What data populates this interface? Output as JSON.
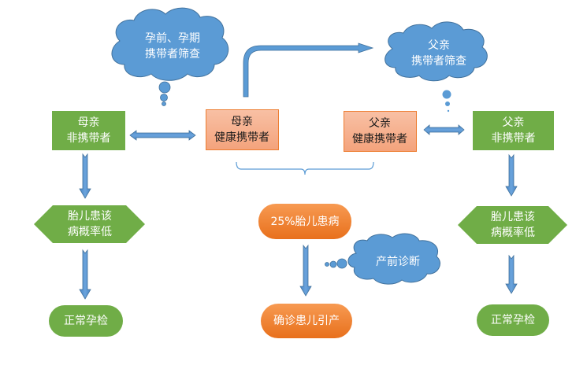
{
  "clouds": {
    "mother_screening": "孕前、孕期\n携带者筛查",
    "father_screening": "父亲\n携带者筛查",
    "prenatal_diagnosis": "产前诊断"
  },
  "nodes": {
    "mother_non_carrier": "母亲\n非携带者",
    "mother_healthy_carrier": "母亲\n健康携带者",
    "father_healthy_carrier": "父亲\n健康携带者",
    "father_non_carrier": "父亲\n非携带者",
    "left_low_risk": "胎儿患该\n病概率低",
    "right_low_risk": "胎儿患该\n病概率低",
    "center_risk": "25%胎儿患病",
    "center_outcome": "确诊患儿引产",
    "left_outcome": "正常孕检",
    "right_outcome": "正常孕检"
  },
  "colors": {
    "green": "#70ad47",
    "salmon": "#f4a37c",
    "orange": "#ed7d31",
    "blue": "#5b9bd5",
    "blue_dark": "#41719c"
  }
}
